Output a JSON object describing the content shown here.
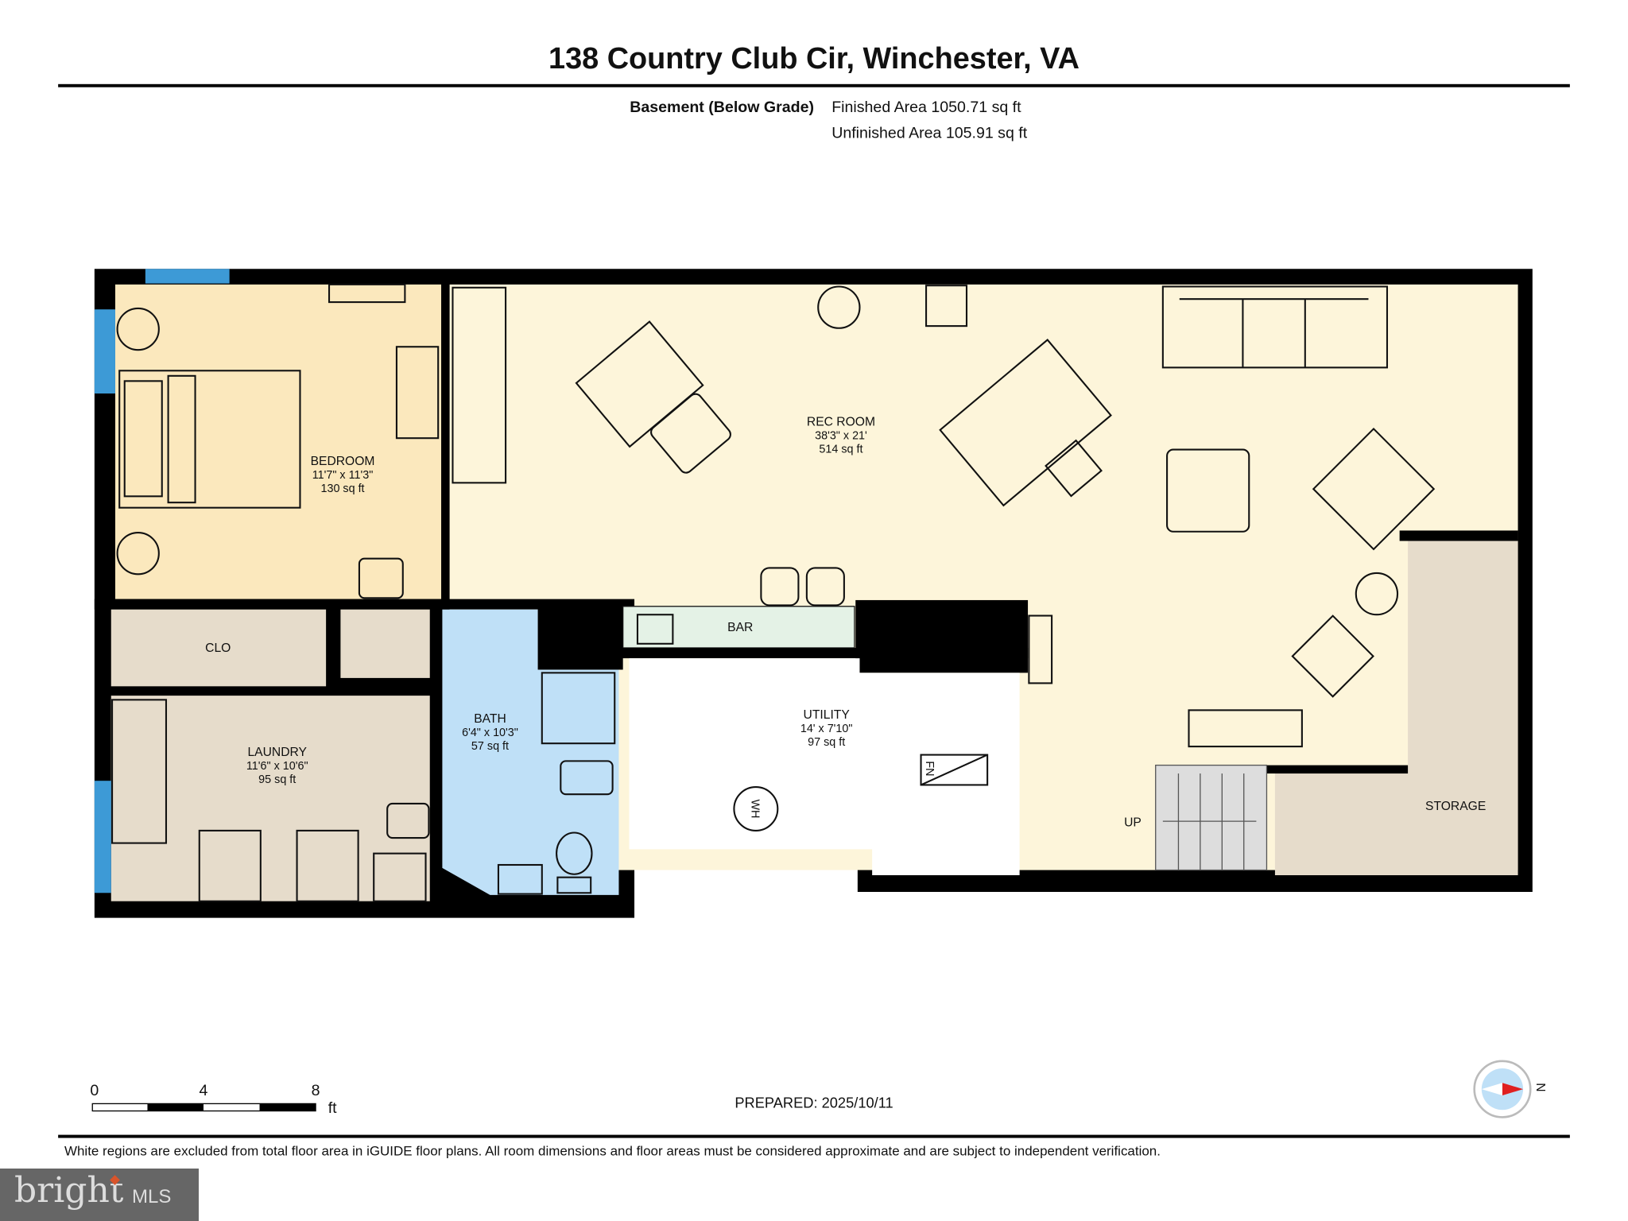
{
  "header": {
    "title": "138 Country Club Cir, Winchester, VA",
    "floor_label": "Basement (Below Grade)",
    "finished_area": "Finished Area 1050.71 sq ft",
    "unfinished_area": "Unfinished Area 105.91 sq ft"
  },
  "rooms": {
    "bedroom": {
      "name": "BEDROOM",
      "dims": "11'7\" x 11'3\"",
      "area": "130 sq ft"
    },
    "rec_room": {
      "name": "REC ROOM",
      "dims": "38'3\" x 21'",
      "area": "514 sq ft"
    },
    "bath": {
      "name": "BATH",
      "dims": "6'4\" x 10'3\"",
      "area": "57 sq ft"
    },
    "laundry": {
      "name": "LAUNDRY",
      "dims": "11'6\" x 10'6\"",
      "area": "95 sq ft"
    },
    "utility": {
      "name": "UTILITY",
      "dims": "14' x 7'10\"",
      "area": "97 sq ft"
    },
    "clo": {
      "name": "CLO"
    },
    "bar": {
      "name": "BAR"
    },
    "storage": {
      "name": "STORAGE"
    },
    "stairs": {
      "label": "UP"
    },
    "water_heater": {
      "label": "WH"
    },
    "furnace": {
      "label": "FN"
    }
  },
  "scale": {
    "ticks": [
      "0",
      "4",
      "8"
    ],
    "unit": "ft"
  },
  "prepared": "PREPARED: 2025/10/11",
  "compass": {
    "label": "N"
  },
  "disclaimer": "White regions are excluded from total floor area in iGUIDE floor plans. All room dimensions and floor areas must be considered approximate and are subject to independent verification.",
  "logo": {
    "brand": "bright",
    "suffix": "MLS"
  },
  "colors": {
    "bedroom": "#fbe8bd",
    "rec": "#fdf5da",
    "bath": "#bfe0f7",
    "laundry": "#e6dccb",
    "wall": "#000000",
    "window": "#3d9ad6"
  }
}
